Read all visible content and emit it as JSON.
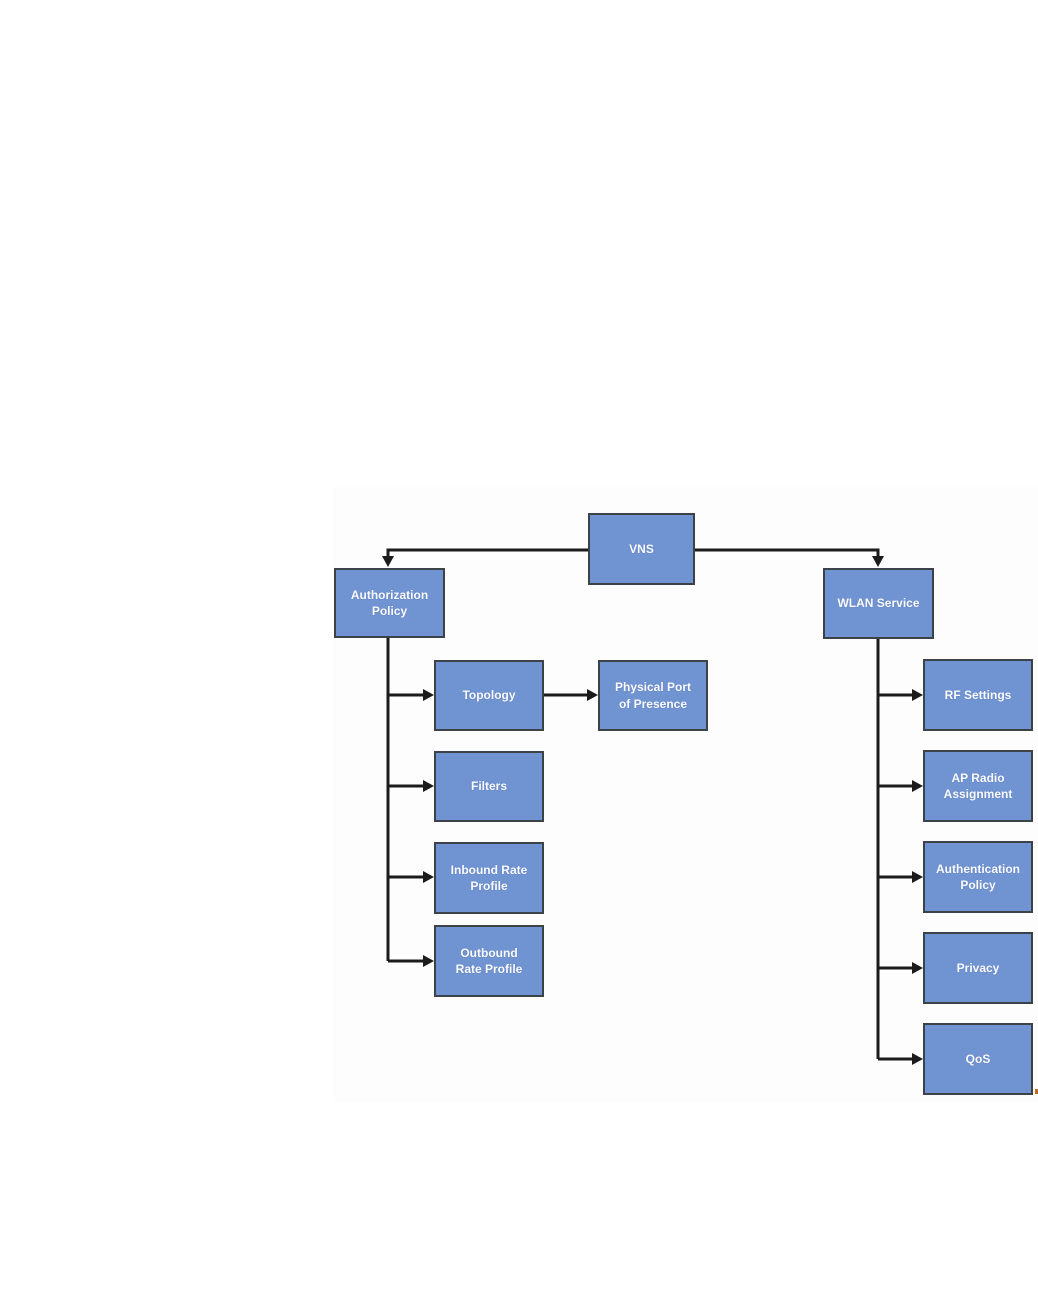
{
  "diagram": {
    "type": "hierarchy-flowchart",
    "colors": {
      "node_fill": "#7093d2",
      "node_border": "#3d4148",
      "node_text": "#fbfcff",
      "connector": "#1b1b1b"
    },
    "nodes": {
      "vns": {
        "label": "VNS"
      },
      "authorization_policy": {
        "label": "Authorization\nPolicy"
      },
      "wlan_service": {
        "label": "WLAN Service"
      },
      "topology": {
        "label": "Topology"
      },
      "physical_port": {
        "label": "Physical Port\nof Presence"
      },
      "filters": {
        "label": "Filters"
      },
      "inbound_rate": {
        "label": "Inbound Rate\nProfile"
      },
      "outbound_rate": {
        "label": "Outbound\nRate Profile"
      },
      "rf_settings": {
        "label": "RF Settings"
      },
      "ap_radio": {
        "label": "AP Radio\nAssignment"
      },
      "authentication_policy": {
        "label": "Authentication\nPolicy"
      },
      "privacy": {
        "label": "Privacy"
      },
      "qos": {
        "label": "QoS"
      }
    },
    "edges": [
      {
        "from": "VNS",
        "to": "Authorization Policy"
      },
      {
        "from": "VNS",
        "to": "WLAN Service"
      },
      {
        "from": "Authorization Policy",
        "to": "Topology"
      },
      {
        "from": "Authorization Policy",
        "to": "Filters"
      },
      {
        "from": "Authorization Policy",
        "to": "Inbound Rate Profile"
      },
      {
        "from": "Authorization Policy",
        "to": "Outbound Rate Profile"
      },
      {
        "from": "Topology",
        "to": "Physical Port of Presence"
      },
      {
        "from": "WLAN Service",
        "to": "RF Settings"
      },
      {
        "from": "WLAN Service",
        "to": "AP Radio Assignment"
      },
      {
        "from": "WLAN Service",
        "to": "Authentication Policy"
      },
      {
        "from": "WLAN Service",
        "to": "Privacy"
      },
      {
        "from": "WLAN Service",
        "to": "QoS"
      }
    ]
  }
}
